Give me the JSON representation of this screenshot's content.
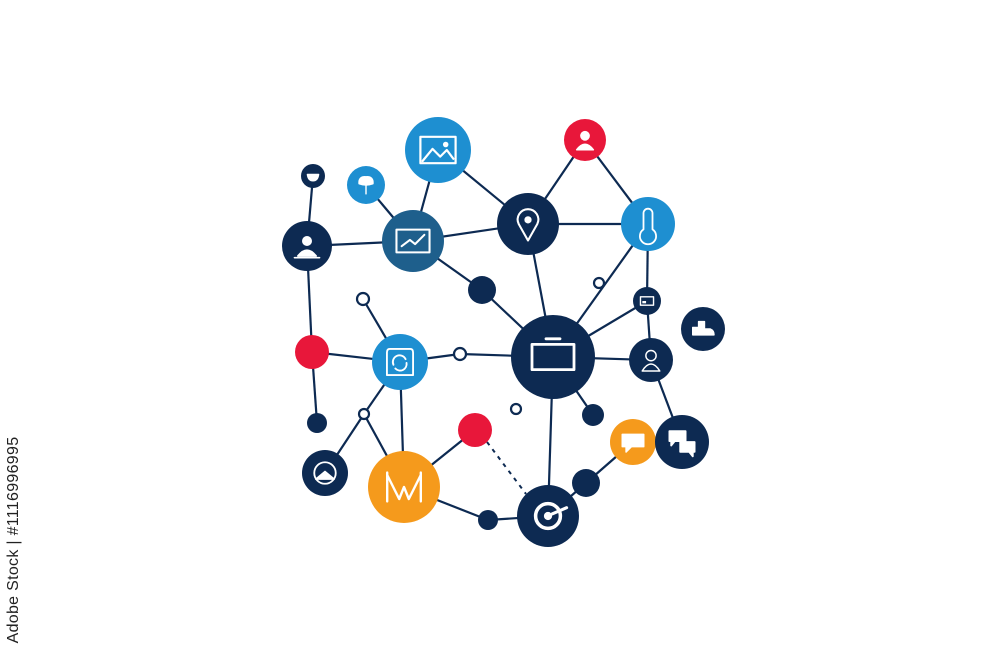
{
  "caption": "Adobe Stock | #1116996995",
  "colors": {
    "navy": "#0d2a52",
    "blue": "#1e8fd1",
    "steel": "#1e5f8c",
    "red": "#e8173a",
    "orange": "#f59a1c",
    "line": "#0d2a52",
    "icon_stroke": "#ffffff"
  },
  "nodes": [
    {
      "id": "n1",
      "color": "blue",
      "icon": "image-icon"
    },
    {
      "id": "n2",
      "color": "red",
      "icon": "user-icon"
    },
    {
      "id": "n3",
      "color": "navy",
      "icon": "map-pin-icon"
    },
    {
      "id": "n4",
      "color": "blue",
      "icon": "thermometer-icon"
    },
    {
      "id": "n5",
      "color": "steel",
      "icon": "line-chart-icon"
    },
    {
      "id": "n6",
      "color": "blue",
      "icon": "tree-icon"
    },
    {
      "id": "n7",
      "color": "navy",
      "icon": "bowl-icon"
    },
    {
      "id": "n8",
      "color": "navy",
      "icon": "user-badge-icon"
    },
    {
      "id": "n9",
      "color": "navy",
      "icon": "none"
    },
    {
      "id": "n10",
      "color": "navy",
      "icon": "monitor-icon"
    },
    {
      "id": "n11",
      "color": "navy",
      "icon": "battery-icon"
    },
    {
      "id": "n12",
      "color": "navy",
      "icon": "person-icon"
    },
    {
      "id": "n13",
      "color": "navy",
      "icon": "shoe-icon"
    },
    {
      "id": "n14",
      "color": "blue",
      "icon": "refresh-icon"
    },
    {
      "id": "n15",
      "color": "red",
      "icon": "none"
    },
    {
      "id": "n16",
      "color": "navy",
      "icon": "none"
    },
    {
      "id": "n17",
      "color": "navy",
      "icon": "gauge-icon"
    },
    {
      "id": "n18",
      "color": "orange",
      "icon": "bow-icon"
    },
    {
      "id": "n19",
      "color": "red",
      "icon": "none"
    },
    {
      "id": "n20",
      "color": "navy",
      "icon": "none"
    },
    {
      "id": "n21",
      "color": "navy",
      "icon": "target-icon"
    },
    {
      "id": "n22",
      "color": "navy",
      "icon": "none"
    },
    {
      "id": "n23",
      "color": "navy",
      "icon": "none"
    },
    {
      "id": "n24",
      "color": "orange",
      "icon": "chat-icon"
    },
    {
      "id": "n25",
      "color": "navy",
      "icon": "chat-bubbles-icon"
    },
    {
      "id": "n26",
      "color": "navy",
      "icon": "none"
    },
    {
      "id": "n27",
      "color": "navy",
      "icon": "none"
    },
    {
      "id": "h1",
      "color": "hollow",
      "icon": "none"
    },
    {
      "id": "h2",
      "color": "hollow",
      "icon": "none"
    },
    {
      "id": "h3",
      "color": "hollow",
      "icon": "none"
    },
    {
      "id": "h4",
      "color": "hollow",
      "icon": "none"
    },
    {
      "id": "h5",
      "color": "hollow",
      "icon": "none"
    }
  ],
  "edges": [
    [
      "n1",
      "n5"
    ],
    [
      "n1",
      "n3"
    ],
    [
      "n2",
      "n3"
    ],
    [
      "n2",
      "n4"
    ],
    [
      "n3",
      "n4"
    ],
    [
      "n3",
      "n5"
    ],
    [
      "n3",
      "n10"
    ],
    [
      "n4",
      "n10"
    ],
    [
      "n4",
      "n11"
    ],
    [
      "n5",
      "n9"
    ],
    [
      "n5",
      "n6"
    ],
    [
      "n5",
      "n8"
    ],
    [
      "n7",
      "n8"
    ],
    [
      "n8",
      "n15"
    ],
    [
      "n15",
      "n14"
    ],
    [
      "n15",
      "n16"
    ],
    [
      "n14",
      "h1"
    ],
    [
      "n14",
      "n18"
    ],
    [
      "n14",
      "h3"
    ],
    [
      "h1",
      "n10"
    ],
    [
      "h2",
      "n14"
    ],
    [
      "h3",
      "n17"
    ],
    [
      "h3",
      "n18"
    ],
    [
      "n10",
      "n11"
    ],
    [
      "n10",
      "n12"
    ],
    [
      "n10",
      "n21"
    ],
    [
      "n10",
      "n22"
    ],
    [
      "n11",
      "n12"
    ],
    [
      "n12",
      "n25"
    ],
    [
      "n18",
      "n19"
    ],
    [
      "n18",
      "n20"
    ],
    [
      "n20",
      "n21"
    ],
    [
      "n21",
      "n23"
    ],
    [
      "n23",
      "n24"
    ],
    [
      "n24",
      "n25"
    ],
    [
      "n9",
      "n10"
    ]
  ],
  "dashed_edges": [
    [
      "n19",
      "n21"
    ]
  ]
}
